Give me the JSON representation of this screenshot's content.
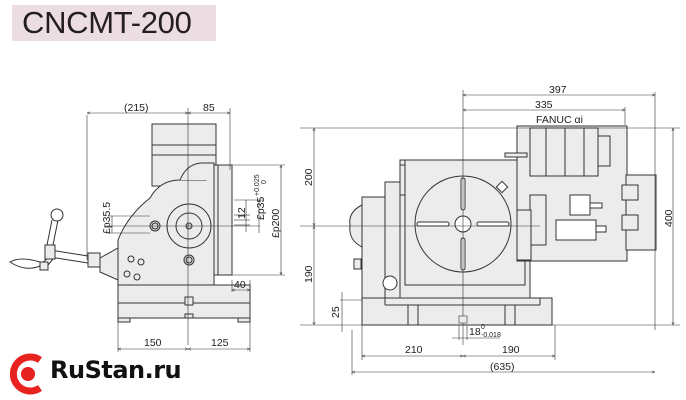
{
  "header": {
    "model_title": "CNCMT-200",
    "title_bg_color": "#ecdde3"
  },
  "logo": {
    "text": "RuStan.ru",
    "icon": "rustan-logo-icon",
    "color": "#e8231f"
  },
  "side_view": {
    "dims": {
      "overall_width": "(215)",
      "face_offset": "85",
      "spindle_bore": "£p35.5",
      "slot_width": "12",
      "center_bore": "£p35",
      "center_bore_tol_upper": "+0.025",
      "center_bore_tol_lower": "0",
      "table_diameter": "£p200",
      "table_thickness": "40",
      "base_left": "150",
      "base_right": "125"
    }
  },
  "front_view": {
    "motor_label": "FANUC αi",
    "dims": {
      "motor_overall": "397",
      "motor_length": "335",
      "center_height_upper": "200",
      "center_height_lower": "190",
      "base_height": "25",
      "overall_height": "400",
      "key_width": "18",
      "key_tol_upper": "0",
      "key_tol_lower": "-0.018",
      "base_left": "210",
      "base_right": "190",
      "overall_length": "(635)"
    }
  },
  "colors": {
    "line": "#333333",
    "fill": "#ececec",
    "background": "#ffffff"
  }
}
